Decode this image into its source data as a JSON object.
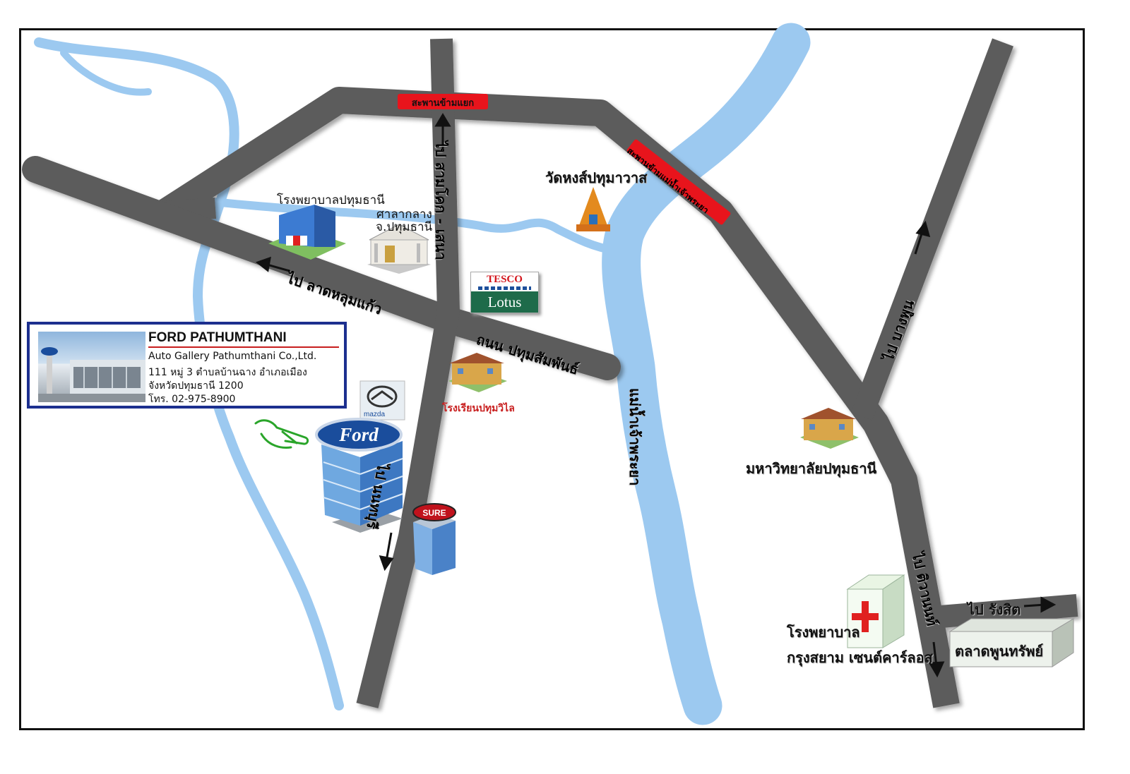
{
  "info": {
    "title": "FORD PATHUMTHANI",
    "company": "Auto Gallery Pathumthani Co.,Ltd.",
    "address1": "111 หมู่ 3 ตำบลบ้านฉาง อำเภอเมือง",
    "address2": "จังหวัดปทุมธานี 1200",
    "phone": "โทร. 02-975-8900"
  },
  "labels": {
    "bridge_top": "สะพานข้ามแยก",
    "bridge_river": "สะพานข้ามแม่น้ำเจ้าพระยา",
    "hospital_pathum": "โรงพยาบาลปทุมธานี",
    "city_hall_1": "ศาลากลาง",
    "city_hall_2": "จ.ปทุมธานี",
    "temple": "วัดหงส์ปทุมาวาส",
    "road_sam_khok": "ไป สามโคก - เสนา",
    "road_lat_lum_kaeo": "ไป ลาดหลุมแก้ว",
    "road_pathum_samphan": "ถนน ปทุมสัมพันธ์",
    "school": "โรงเรียนปทุมวิไล",
    "river": "แม่น้ำเจ้าพระยา",
    "road_bang_phun": "ไป บางพูน",
    "university": "มหาวิทยาลัยปทุมธานี",
    "road_nonthaburi": "ไป นนทบุรี",
    "road_tiwanon": "ไป ติวานนท์",
    "road_rangsit": "ไป รังสิต",
    "hospital_siam_1": "โรงพยาบาล",
    "hospital_siam_2": "กรุงสยาม เซนต์คาร์ลอส",
    "market": "ตลาดพูนทรัพย์",
    "tesco_top": "TESCO",
    "tesco_bottom": "Lotus",
    "ford_logo": "Ford",
    "mazda_logo": "mazda",
    "sure_logo": "SURE"
  },
  "colors": {
    "road": "#5b5b5b",
    "river": "#9cc9f0",
    "bridge": "#e8141c",
    "info_border": "#1c2f8f",
    "ford_blue": "#1a4d9c"
  }
}
